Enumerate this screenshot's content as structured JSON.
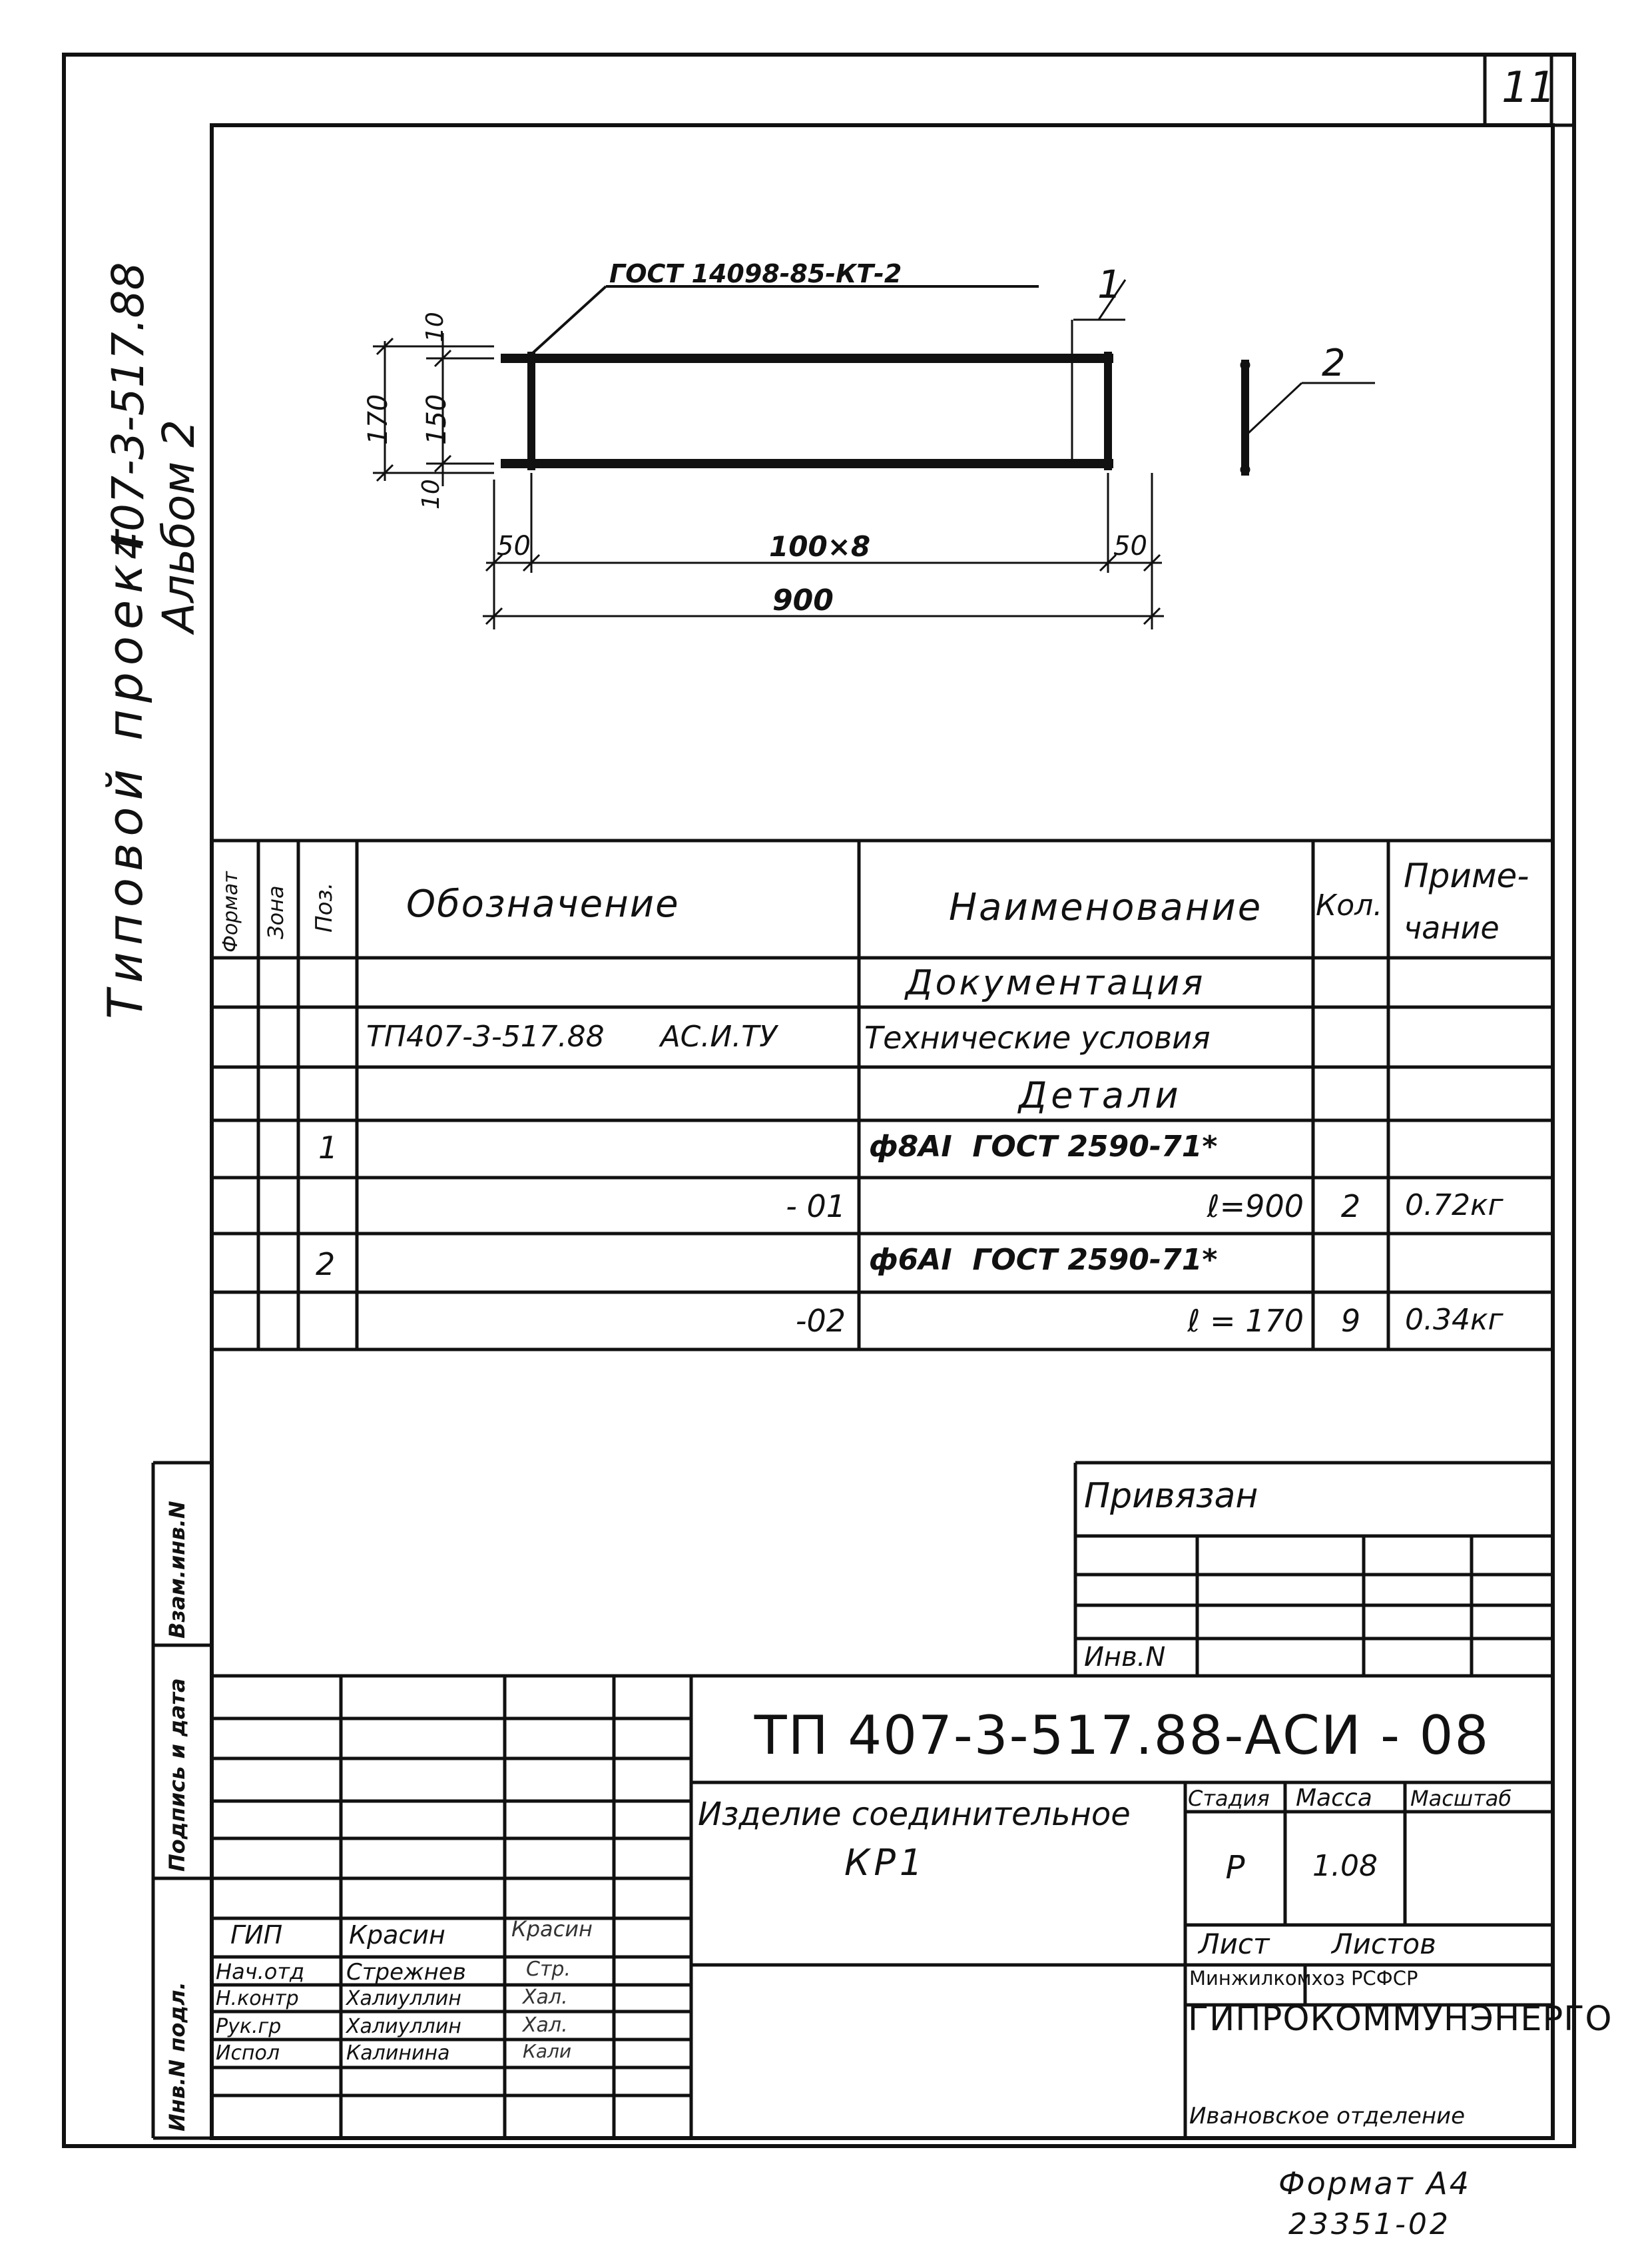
{
  "sheet_number": "11",
  "side": {
    "project": "Типовой проект",
    "code": "407-3-517.88",
    "album": "Альбом 2"
  },
  "drawing": {
    "gost_note": "ГОСТ 14098-85-КТ-2",
    "pos1": "1",
    "pos2": "2",
    "dim_170": "170",
    "dim_150": "150",
    "dim_10_top": "10",
    "dim_10_bottom": "10",
    "dim_50_left": "50",
    "dim_100x8": "100×8",
    "dim_50_right": "50",
    "dim_900": "900"
  },
  "spec": {
    "headers": {
      "format": "Формат",
      "zone": "Зона",
      "pos": "Поз.",
      "designation": "Обозначение",
      "name": "Наименование",
      "qty": "Кол.",
      "note_1": "Приме-",
      "note_2": "чание"
    },
    "rows": [
      {
        "pos": "",
        "designation": "",
        "name": "Документация",
        "qty": "",
        "note": ""
      },
      {
        "pos": "",
        "designation": "ТП407-3-517.88      АС.И.ТУ",
        "name": "Технические условия",
        "qty": "",
        "note": ""
      },
      {
        "pos": "",
        "designation": "",
        "name": "Детали",
        "qty": "",
        "note": ""
      },
      {
        "pos": "1",
        "designation": "",
        "name": "ф8АI  ГОСТ 2590-71*",
        "qty": "",
        "note": ""
      },
      {
        "pos": "",
        "designation": "- 01",
        "name": "ℓ=900",
        "qty": "2",
        "note": "0.72кг"
      },
      {
        "pos": "2",
        "designation": "",
        "name": "ф6АI  ГОСТ 2590-71*",
        "qty": "",
        "note": ""
      },
      {
        "pos": "",
        "designation": "-02",
        "name": "ℓ = 170",
        "qty": "9",
        "note": "0.34кг"
      }
    ]
  },
  "privyazan": {
    "title": "Привязан",
    "inv": "Инв.N"
  },
  "left_margin_labels": {
    "vzam": "Взам.инв.N",
    "podpis": "Подпись и дата",
    "inv_podl": "Инв.N подл."
  },
  "title_block": {
    "doc_code": "ТП 407-3-517.88-АСИ - 08",
    "item_name_1": "Изделие соединительное",
    "item_name_2": "КР1",
    "stage_label": "Стадия",
    "mass_label": "Масса",
    "scale_label": "Масштаб",
    "stage": "Р",
    "mass": "1.08",
    "scale": "",
    "sheet_label": "Лист",
    "sheets_label": "Листов",
    "org_1": "Минжилкомхоз РСФСР",
    "org_2": "ГИПРОКОММУНЭНЕРГО",
    "org_3": "Ивановское отделение",
    "people": [
      {
        "role": "ГИП",
        "name": "Красин",
        "sign": "Красин"
      },
      {
        "role": "Нач.отд",
        "name": "Стрежнев",
        "sign": "Стр."
      },
      {
        "role": "Н.контр",
        "name": "Халиуллин",
        "sign": "Хал."
      },
      {
        "role": "Рук.гр",
        "name": "Халиуллин",
        "sign": "Хал."
      },
      {
        "role": "Испол",
        "name": "Калинина",
        "sign": "Кали"
      }
    ]
  },
  "footer": {
    "format": "Формат А4",
    "number": "23351-02"
  }
}
